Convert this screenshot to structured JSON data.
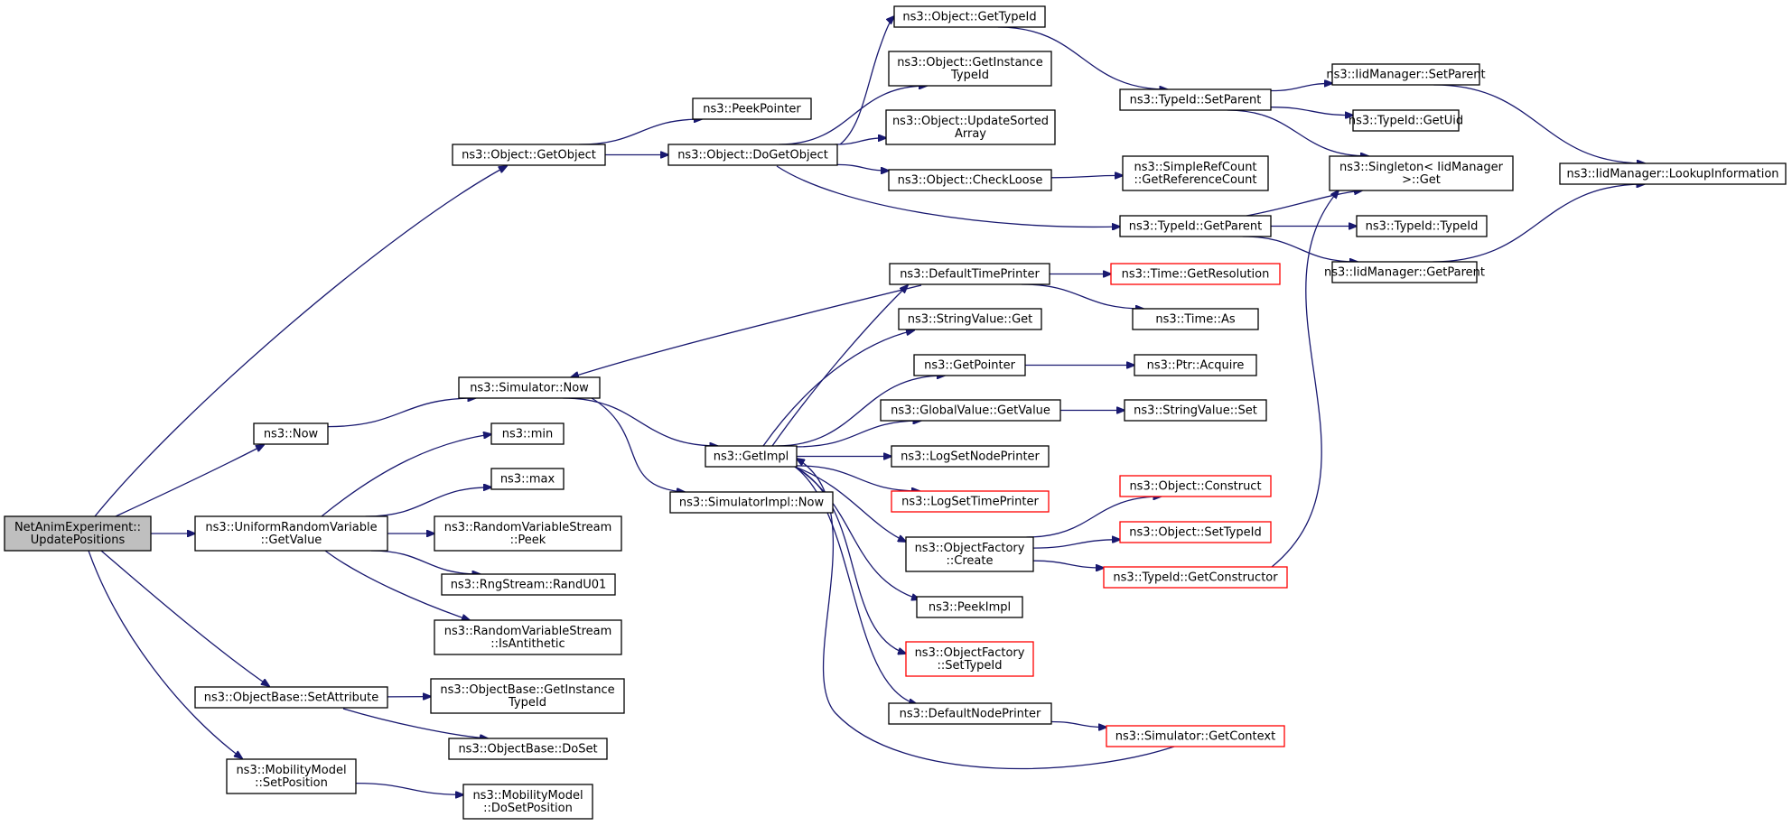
{
  "nodes": [
    {
      "id": "root",
      "lines": [
        "NetAnimExperiment::",
        "UpdatePositions"
      ],
      "style": "root"
    },
    {
      "id": "getobject",
      "lines": [
        "ns3::Object::GetObject"
      ]
    },
    {
      "id": "now",
      "lines": [
        "ns3::Now"
      ]
    },
    {
      "id": "urvgetvalue",
      "lines": [
        "ns3::UniformRandomVariable",
        "::GetValue"
      ]
    },
    {
      "id": "setattribute",
      "lines": [
        "ns3::ObjectBase::SetAttribute"
      ]
    },
    {
      "id": "mmsetposition",
      "lines": [
        "ns3::MobilityModel",
        "::SetPosition"
      ]
    },
    {
      "id": "peekpointer",
      "lines": [
        "ns3::PeekPointer"
      ]
    },
    {
      "id": "dogetobject",
      "lines": [
        "ns3::Object::DoGetObject"
      ]
    },
    {
      "id": "simnow",
      "lines": [
        "ns3::Simulator::Now"
      ]
    },
    {
      "id": "min",
      "lines": [
        "ns3::min"
      ]
    },
    {
      "id": "max",
      "lines": [
        "ns3::max"
      ]
    },
    {
      "id": "rvspeek",
      "lines": [
        "ns3::RandomVariableStream",
        "::Peek"
      ]
    },
    {
      "id": "randu01",
      "lines": [
        "ns3::RngStream::RandU01"
      ]
    },
    {
      "id": "isantithetic",
      "lines": [
        "ns3::RandomVariableStream",
        "::IsAntithetic"
      ]
    },
    {
      "id": "obgetinstancetypeid",
      "lines": [
        "ns3::ObjectBase::GetInstance",
        "TypeId"
      ]
    },
    {
      "id": "obdoset",
      "lines": [
        "ns3::ObjectBase::DoSet"
      ]
    },
    {
      "id": "mmdosetposition",
      "lines": [
        "ns3::MobilityModel",
        "::DoSetPosition"
      ]
    },
    {
      "id": "objgettypeid",
      "lines": [
        "ns3::Object::GetTypeId"
      ]
    },
    {
      "id": "objgetinstancetypeid",
      "lines": [
        "ns3::Object::GetInstance",
        "TypeId"
      ]
    },
    {
      "id": "updatesorted",
      "lines": [
        "ns3::Object::UpdateSorted",
        "Array"
      ]
    },
    {
      "id": "checkloose",
      "lines": [
        "ns3::Object::CheckLoose"
      ]
    },
    {
      "id": "getimpl",
      "lines": [
        "ns3::GetImpl"
      ]
    },
    {
      "id": "simimplnow",
      "lines": [
        "ns3::SimulatorImpl::Now"
      ]
    },
    {
      "id": "defaulttimeprinter",
      "lines": [
        "ns3::DefaultTimePrinter"
      ]
    },
    {
      "id": "stringvalueget",
      "lines": [
        "ns3::StringValue::Get"
      ]
    },
    {
      "id": "getpointer",
      "lines": [
        "ns3::GetPointer"
      ]
    },
    {
      "id": "globalvaluegetvalue",
      "lines": [
        "ns3::GlobalValue::GetValue"
      ]
    },
    {
      "id": "logsetnodeprinter",
      "lines": [
        "ns3::LogSetNodePrinter"
      ]
    },
    {
      "id": "logsettimeprinter",
      "lines": [
        "ns3::LogSetTimePrinter"
      ],
      "style": "red"
    },
    {
      "id": "ofcreate",
      "lines": [
        "ns3::ObjectFactory",
        "::Create"
      ]
    },
    {
      "id": "peekimpl",
      "lines": [
        "ns3::PeekImpl"
      ]
    },
    {
      "id": "ofsettypeid",
      "lines": [
        "ns3::ObjectFactory",
        "::SetTypeId"
      ],
      "style": "red"
    },
    {
      "id": "defaultnodeprinter",
      "lines": [
        "ns3::DefaultNodePrinter"
      ]
    },
    {
      "id": "typeidsetparent",
      "lines": [
        "ns3::TypeId::SetParent"
      ]
    },
    {
      "id": "simplerefcount",
      "lines": [
        "ns3::SimpleRefCount",
        "::GetReferenceCount"
      ]
    },
    {
      "id": "typeidgetparent",
      "lines": [
        "ns3::TypeId::GetParent"
      ]
    },
    {
      "id": "timegetresolution",
      "lines": [
        "ns3::Time::GetResolution"
      ],
      "style": "red"
    },
    {
      "id": "timeas",
      "lines": [
        "ns3::Time::As"
      ]
    },
    {
      "id": "ptracquire",
      "lines": [
        "ns3::Ptr::Acquire"
      ]
    },
    {
      "id": "stringvalueset",
      "lines": [
        "ns3::StringValue::Set"
      ]
    },
    {
      "id": "objconstruct",
      "lines": [
        "ns3::Object::Construct"
      ],
      "style": "red"
    },
    {
      "id": "objsettypeid",
      "lines": [
        "ns3::Object::SetTypeId"
      ],
      "style": "red"
    },
    {
      "id": "typeidgetconstructor",
      "lines": [
        "ns3::TypeId::GetConstructor"
      ],
      "style": "red"
    },
    {
      "id": "simgetcontext",
      "lines": [
        "ns3::Simulator::GetContext"
      ],
      "style": "red"
    },
    {
      "id": "iidsetparent",
      "lines": [
        "ns3::IidManager::SetParent"
      ]
    },
    {
      "id": "typeidgetuid",
      "lines": [
        "ns3::TypeId::GetUid"
      ]
    },
    {
      "id": "singletonget",
      "lines": [
        "ns3::Singleton< IidManager",
        ">::Get"
      ]
    },
    {
      "id": "typeidtypeid",
      "lines": [
        "ns3::TypeId::TypeId"
      ]
    },
    {
      "id": "iidgetparent",
      "lines": [
        "ns3::IidManager::GetParent"
      ]
    },
    {
      "id": "lookupinformation",
      "lines": [
        "ns3::IidManager::LookupInformation"
      ]
    }
  ],
  "edges": [
    [
      "root",
      "getobject"
    ],
    [
      "root",
      "now"
    ],
    [
      "root",
      "urvgetvalue"
    ],
    [
      "root",
      "setattribute"
    ],
    [
      "root",
      "mmsetposition"
    ],
    [
      "getobject",
      "peekpointer"
    ],
    [
      "getobject",
      "dogetobject"
    ],
    [
      "dogetobject",
      "objgettypeid"
    ],
    [
      "dogetobject",
      "objgetinstancetypeid"
    ],
    [
      "dogetobject",
      "updatesorted"
    ],
    [
      "dogetobject",
      "checkloose"
    ],
    [
      "dogetobject",
      "typeidgetparent"
    ],
    [
      "objgettypeid",
      "typeidsetparent"
    ],
    [
      "typeidsetparent",
      "iidsetparent"
    ],
    [
      "typeidsetparent",
      "typeidgetuid"
    ],
    [
      "typeidsetparent",
      "singletonget"
    ],
    [
      "iidsetparent",
      "lookupinformation"
    ],
    [
      "checkloose",
      "simplerefcount"
    ],
    [
      "typeidgetparent",
      "singletonget"
    ],
    [
      "typeidgetparent",
      "typeidtypeid"
    ],
    [
      "typeidgetparent",
      "iidgetparent"
    ],
    [
      "iidgetparent",
      "lookupinformation"
    ],
    [
      "now",
      "simnow"
    ],
    [
      "simnow",
      "getimpl"
    ],
    [
      "simnow",
      "simimplnow"
    ],
    [
      "getimpl",
      "defaulttimeprinter"
    ],
    [
      "getimpl",
      "stringvalueget"
    ],
    [
      "getimpl",
      "getpointer"
    ],
    [
      "getimpl",
      "globalvaluegetvalue"
    ],
    [
      "getimpl",
      "logsetnodeprinter"
    ],
    [
      "getimpl",
      "logsettimeprinter"
    ],
    [
      "getimpl",
      "ofcreate"
    ],
    [
      "getimpl",
      "peekimpl"
    ],
    [
      "getimpl",
      "ofsettypeid"
    ],
    [
      "getimpl",
      "defaultnodeprinter"
    ],
    [
      "defaulttimeprinter",
      "timegetresolution"
    ],
    [
      "defaulttimeprinter",
      "timeas"
    ],
    [
      "defaulttimeprinter",
      "simnow"
    ],
    [
      "getpointer",
      "ptracquire"
    ],
    [
      "globalvaluegetvalue",
      "stringvalueset"
    ],
    [
      "ofcreate",
      "objconstruct"
    ],
    [
      "ofcreate",
      "objsettypeid"
    ],
    [
      "ofcreate",
      "typeidgetconstructor"
    ],
    [
      "typeidgetconstructor",
      "singletonget"
    ],
    [
      "defaultnodeprinter",
      "simgetcontext"
    ],
    [
      "simgetcontext",
      "getimpl"
    ],
    [
      "urvgetvalue",
      "min"
    ],
    [
      "urvgetvalue",
      "max"
    ],
    [
      "urvgetvalue",
      "rvspeek"
    ],
    [
      "urvgetvalue",
      "randu01"
    ],
    [
      "urvgetvalue",
      "isantithetic"
    ],
    [
      "setattribute",
      "obgetinstancetypeid"
    ],
    [
      "setattribute",
      "obdoset"
    ],
    [
      "mmsetposition",
      "mmdosetposition"
    ]
  ]
}
